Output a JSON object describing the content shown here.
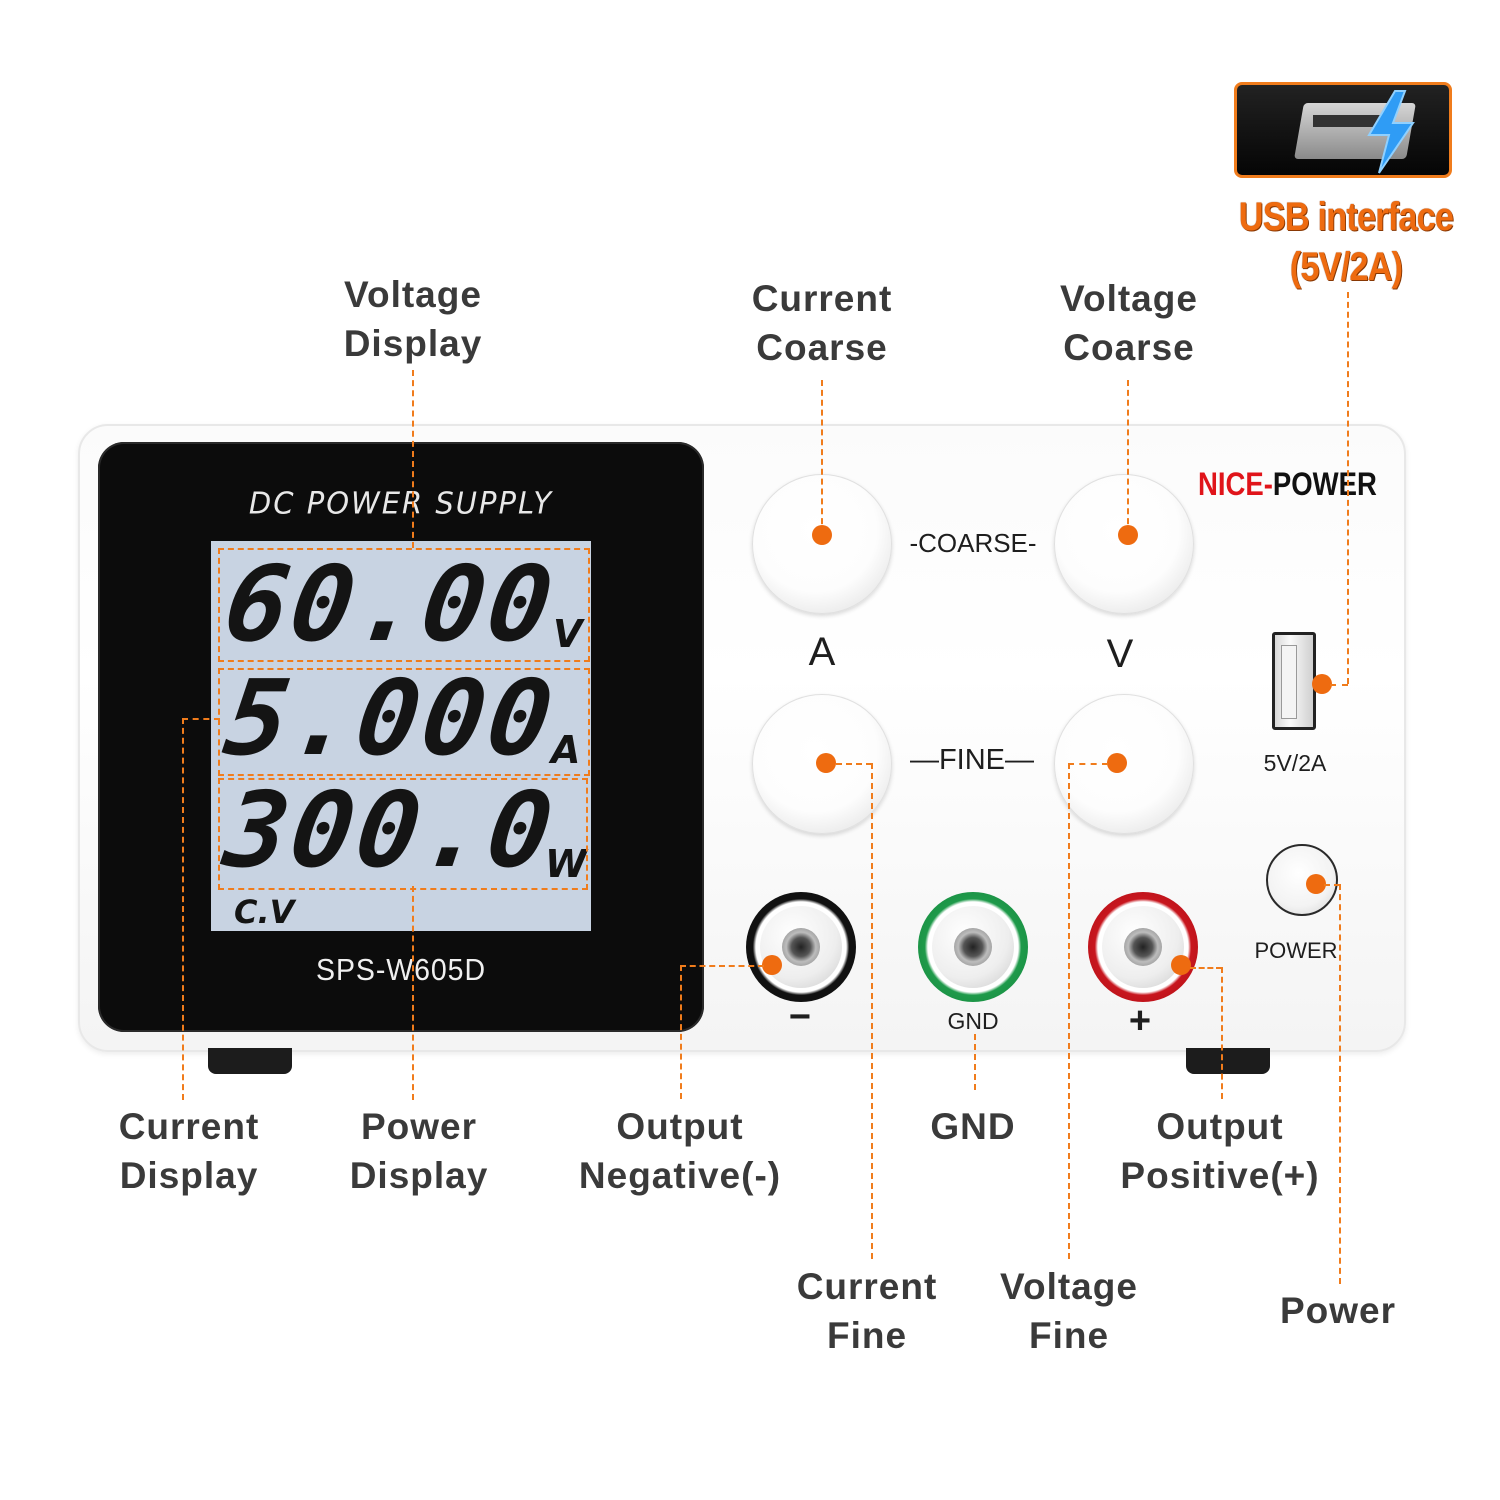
{
  "callouts": {
    "voltage_display": [
      "Voltage",
      "Display"
    ],
    "current_coarse": [
      "Current",
      "Coarse"
    ],
    "voltage_coarse": [
      "Voltage",
      "Coarse"
    ],
    "usb_interface": [
      "USB interface",
      "(5V/2A)"
    ],
    "current_display": [
      "Current",
      "Display"
    ],
    "power_display": [
      "Power",
      "Display"
    ],
    "output_negative": [
      "Output",
      "Negative(-)"
    ],
    "gnd": [
      "GND"
    ],
    "output_positive": [
      "Output",
      "Positive(+)"
    ],
    "current_fine": [
      "Current",
      "Fine"
    ],
    "voltage_fine": [
      "Voltage",
      "Fine"
    ],
    "power": [
      "Power"
    ]
  },
  "display": {
    "title": "DC POWER SUPPLY",
    "voltage": {
      "value": "60.00",
      "unit": "V"
    },
    "current": {
      "value": "5.000",
      "unit": "A"
    },
    "power": {
      "value": "300.0",
      "unit": "W"
    },
    "mode": "C.V",
    "model": "SPS-W605D"
  },
  "panel": {
    "brand_part1": "NICE-",
    "brand_part2": "POWER",
    "coarse_label": "-COARSE-",
    "fine_label": "—FINE—",
    "current_knob_label": "A",
    "voltage_knob_label": "V",
    "usb_label": "5V/2A",
    "power_button_label": "POWER",
    "negative_label": "−",
    "gnd_label": "GND",
    "positive_label": "+"
  },
  "colors": {
    "accent": "#ee6b10",
    "brand_red": "#e0141a",
    "lcd_background": "#c8d3e2",
    "terminal_negative": "#111111",
    "terminal_gnd": "#1e9a4a",
    "terminal_positive": "#c8161e"
  }
}
